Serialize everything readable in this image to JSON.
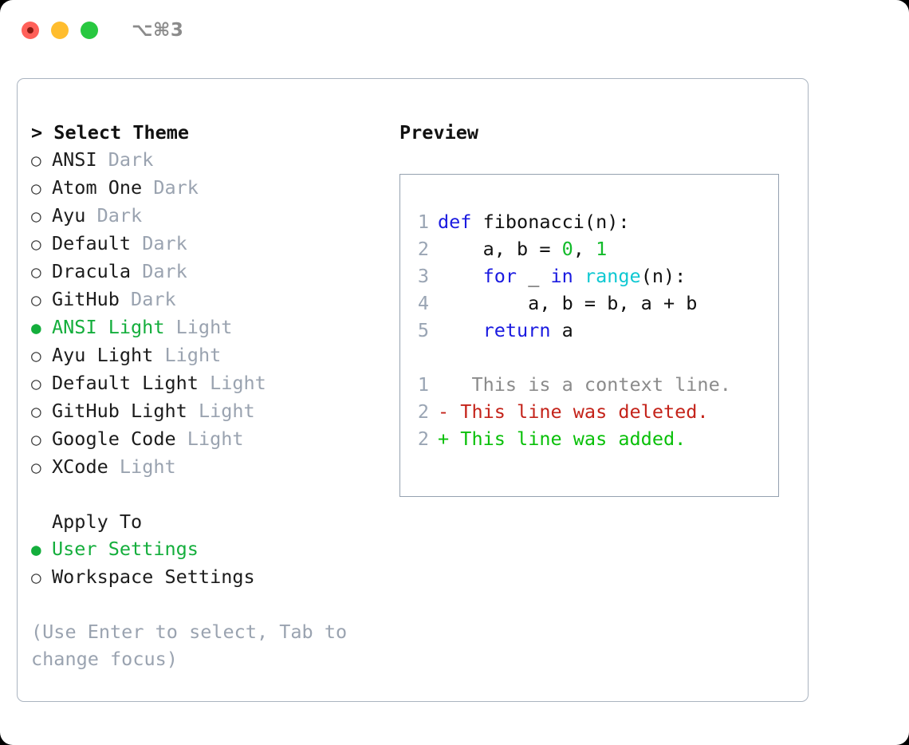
{
  "window": {
    "traffic_lights": [
      "close",
      "minimize",
      "maximize"
    ],
    "shortcut_label": "⌥⌘3"
  },
  "theme_panel": {
    "header": "> Select Theme",
    "options": [
      {
        "marker": "○",
        "name": "ANSI",
        "kind": "Dark",
        "selected": false
      },
      {
        "marker": "○",
        "name": "Atom One",
        "kind": "Dark",
        "selected": false
      },
      {
        "marker": "○",
        "name": "Ayu",
        "kind": "Dark",
        "selected": false
      },
      {
        "marker": "○",
        "name": "Default",
        "kind": "Dark",
        "selected": false
      },
      {
        "marker": "○",
        "name": "Dracula",
        "kind": "Dark",
        "selected": false
      },
      {
        "marker": "○",
        "name": "GitHub",
        "kind": "Dark",
        "selected": false
      },
      {
        "marker": "●",
        "name": "ANSI Light",
        "kind": "Light",
        "selected": true
      },
      {
        "marker": "○",
        "name": "Ayu Light",
        "kind": "Light",
        "selected": false
      },
      {
        "marker": "○",
        "name": "Default Light",
        "kind": "Light",
        "selected": false
      },
      {
        "marker": "○",
        "name": "GitHub Light",
        "kind": "Light",
        "selected": false
      },
      {
        "marker": "○",
        "name": "Google Code",
        "kind": "Light",
        "selected": false
      },
      {
        "marker": "○",
        "name": "XCode",
        "kind": "Light",
        "selected": false
      }
    ]
  },
  "apply_to": {
    "title": "Apply To",
    "options": [
      {
        "marker": "●",
        "name": "User Settings",
        "selected": true
      },
      {
        "marker": "○",
        "name": "Workspace Settings",
        "selected": false
      }
    ]
  },
  "hint": "(Use Enter to select, Tab to change focus)",
  "preview": {
    "title": "Preview",
    "code_lines": [
      {
        "num": "1",
        "tokens": [
          {
            "t": "def",
            "c": "kw"
          },
          {
            "t": " fibonacci(n):",
            "c": "plain"
          }
        ]
      },
      {
        "num": "2",
        "tokens": [
          {
            "t": "    a, b = ",
            "c": "plain"
          },
          {
            "t": "0",
            "c": "num"
          },
          {
            "t": ", ",
            "c": "plain"
          },
          {
            "t": "1",
            "c": "num"
          }
        ]
      },
      {
        "num": "3",
        "tokens": [
          {
            "t": "    ",
            "c": "plain"
          },
          {
            "t": "for",
            "c": "kw"
          },
          {
            "t": " _ ",
            "c": "plain"
          },
          {
            "t": "in",
            "c": "kw"
          },
          {
            "t": " ",
            "c": "plain"
          },
          {
            "t": "range",
            "c": "fn"
          },
          {
            "t": "(n):",
            "c": "plain"
          }
        ]
      },
      {
        "num": "4",
        "tokens": [
          {
            "t": "        a, b = b, a + b",
            "c": "plain"
          }
        ]
      },
      {
        "num": "5",
        "tokens": [
          {
            "t": "    ",
            "c": "plain"
          },
          {
            "t": "return",
            "c": "kw"
          },
          {
            "t": " a",
            "c": "plain"
          }
        ]
      }
    ],
    "diff_lines": [
      {
        "num": "1",
        "sign": " ",
        "text": "  This is a context line.",
        "kind": "ctx"
      },
      {
        "num": "2",
        "sign": "-",
        "text": " This line was deleted.",
        "kind": "del"
      },
      {
        "num": "2",
        "sign": "+",
        "text": " This line was added.",
        "kind": "add"
      }
    ]
  },
  "colors": {
    "accent_green": "#14ae3c",
    "muted": "#9aa3b0",
    "border": "#aab4c0",
    "keyword_blue": "#1a1ae0",
    "function_cyan": "#0fc8d2",
    "number_green": "#12bb2a",
    "diff_delete_red": "#c4231a",
    "diff_add_green": "#09c009",
    "traffic_red": "#ff6059",
    "traffic_yellow": "#ffbd2e",
    "traffic_green": "#28c840"
  }
}
